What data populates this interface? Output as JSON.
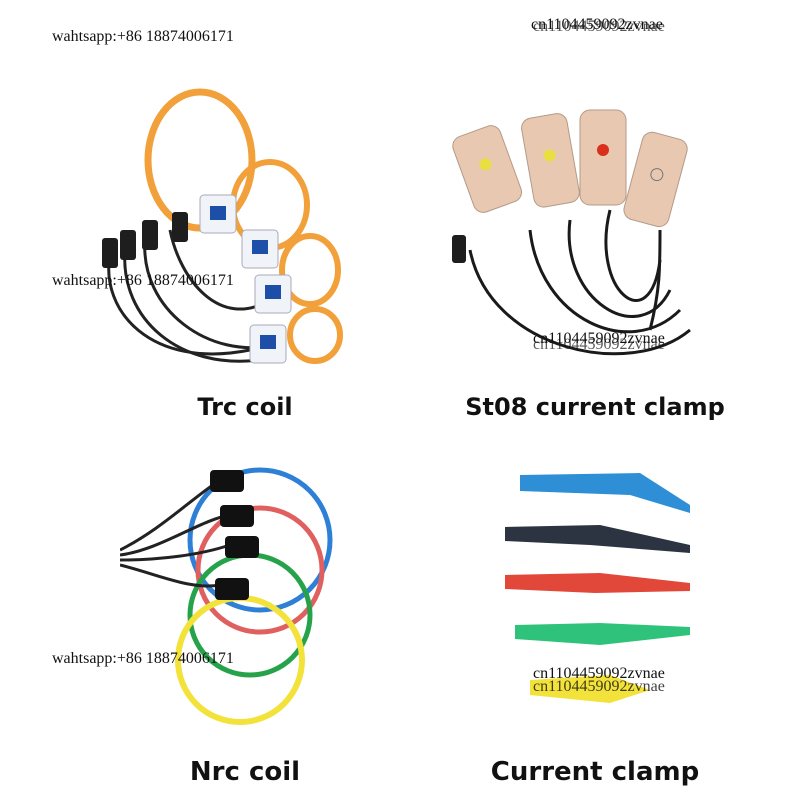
{
  "watermarks": {
    "whatsapp_top": "wahtsapp:+86 18874006171",
    "whatsapp_mid": "wahtsapp:+86 18874006171",
    "whatsapp_bottom": "wahtsapp:+86 18874006171",
    "id_top_a": "cn1104459092zvnae",
    "id_top_b": "cn1104459092zvnae",
    "id_mid_a": "cn1104459092zvnae",
    "id_mid_b": "cn1104459092zvnae",
    "id_bot_a": "cn1104459092zvnae",
    "id_bot_b": "cn1104459092zvnae"
  },
  "products": [
    {
      "caption": "Trc coil"
    },
    {
      "caption": "St08 current clamp"
    },
    {
      "caption": "Nrc coil"
    },
    {
      "caption": "Current clamp"
    }
  ],
  "colors": {
    "orange_coil": "#f2a03a",
    "blue_coil": "#2e7fd6",
    "red_coil": "#e06060",
    "green_coil": "#26a34a",
    "yellow_coil": "#f2e23a",
    "clamp_beige": "#e8c8b0"
  }
}
